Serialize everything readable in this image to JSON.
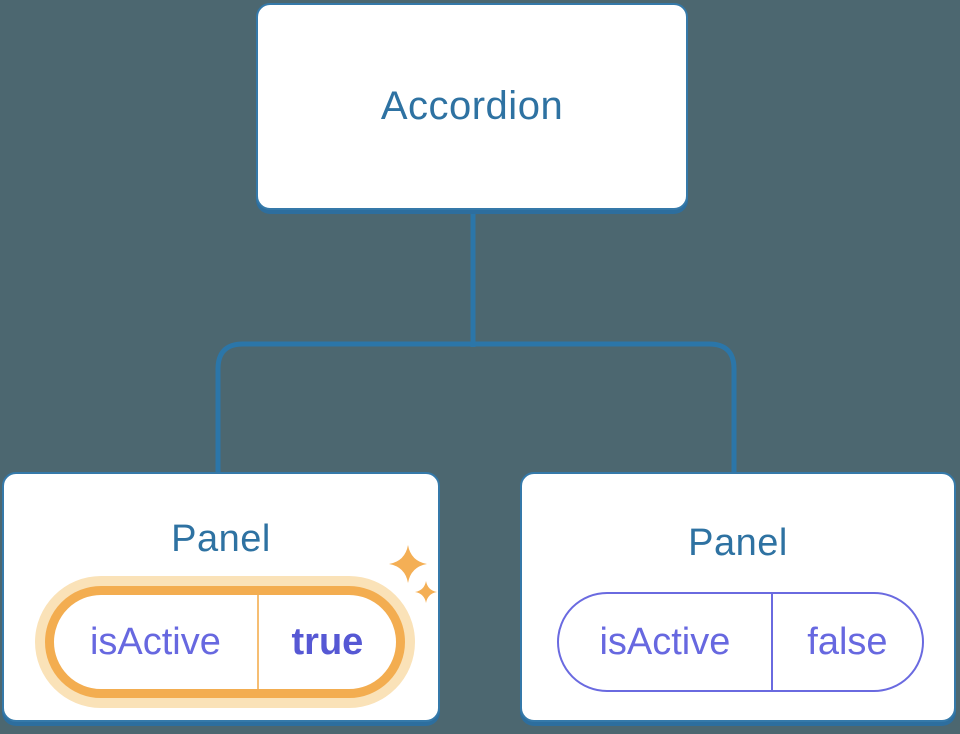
{
  "diagram": {
    "type": "component-tree",
    "root": {
      "label": "Accordion"
    },
    "panels": [
      {
        "title": "Panel",
        "state": {
          "key": "isActive",
          "value": "true"
        },
        "highlighted": true,
        "decoration": "sparkles-icon"
      },
      {
        "title": "Panel",
        "state": {
          "key": "isActive",
          "value": "false"
        },
        "highlighted": false,
        "decoration": null
      }
    ]
  },
  "colors": {
    "background": "#4C6770",
    "connector_blue": "#2B76A9",
    "box_border_blue": "#3579A9",
    "box_shadow_blue": "#2D6E9E",
    "title_blue": "#2E72A2",
    "state_purple": "#6768E0",
    "state_value_bold_purple": "#5658D4",
    "highlight_orange": "#F3AD50",
    "highlight_cream": "#FAE2B8",
    "highlight_divider": "#F6BE73",
    "sparkle_orange": "#F4AF55"
  }
}
